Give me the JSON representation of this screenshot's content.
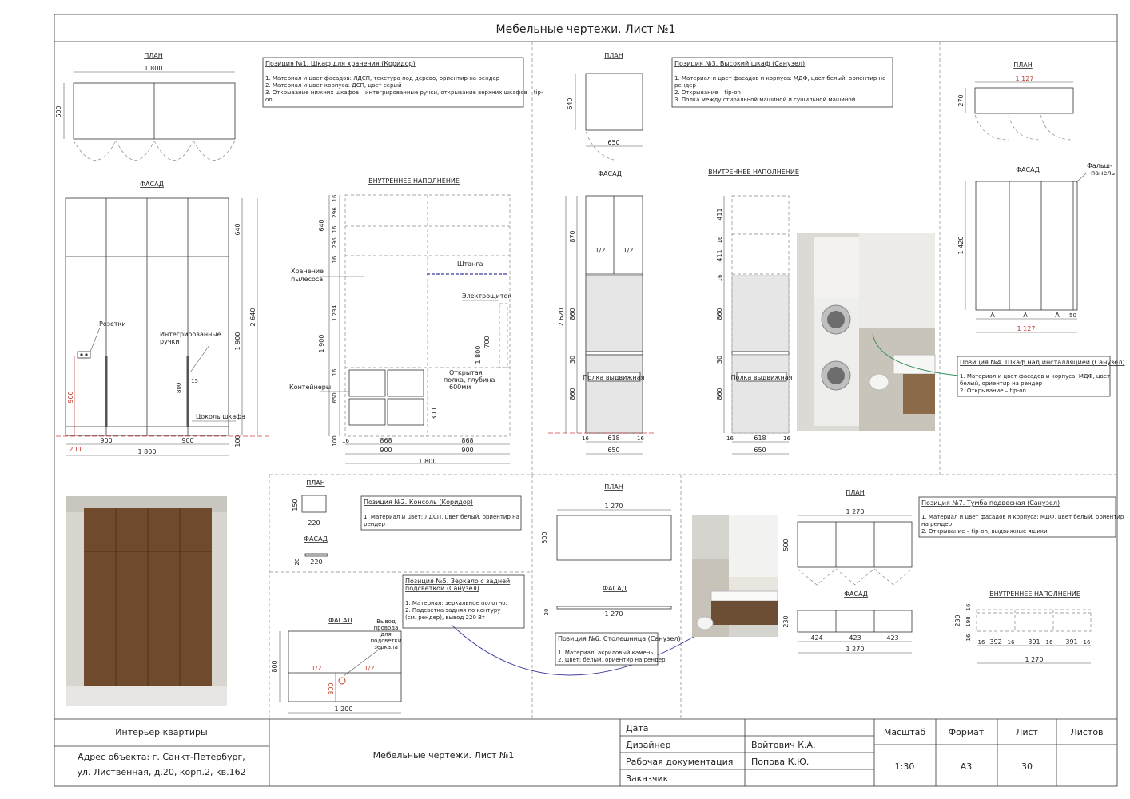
{
  "sheet_title": "Мебельные чертежи. Лист №1",
  "labels": {
    "plan": "ПЛАН",
    "facade": "ФАСАД",
    "inner": "ВНУТРЕННЕЕ НАПОЛНЕНИЕ"
  },
  "pos1": {
    "title": "Позиция №1. Шкаф для хранения (Коридор)",
    "lines": [
      "1. Материал и цвет фасадов: ЛДСП, текстура под дерево, ориентир на рендер",
      "2. Материал и цвет корпуса: ДСП, цвет серый",
      "3. Открывание нижних шкафов – интегрированные ручки, открывание верхних шкафов – tip-",
      "on"
    ],
    "plan_width": "1 800",
    "plan_depth": "600",
    "facade_top": "640",
    "facade_bottom": "1 900",
    "facade_total": "2 640",
    "plinth": "100",
    "half1": "900",
    "half2": "900",
    "full": "1 800",
    "red_900": "900",
    "red_200": "200",
    "sockets": "Розетки",
    "handles_line1": "Интегрированные",
    "handles_line2": "ручки",
    "handle_h": "800",
    "handle_w": "15",
    "plinth_label": "Цоколь шкафа",
    "inner_dims_left": [
      "16",
      "296",
      "16",
      "296",
      "16",
      "1 234",
      "16",
      "650",
      "100"
    ],
    "inner_640": "640",
    "inner_1900": "1 900",
    "vacuum_line1": "Хранение",
    "vacuum_line2": "пылесоса",
    "rod": "Штанга",
    "panel": "Электрощиток",
    "panel_700": "700",
    "panel_1800": "1 800",
    "shelf_line1": "Открытая",
    "shelf_line2": "полка, глубина",
    "shelf_line3": "600мм",
    "shelf_300": "300",
    "containers": "Контейнеры",
    "bottom_16": "16",
    "bottom_868a": "868",
    "bottom_868b": "868",
    "bottom_900a": "900",
    "bottom_900b": "900",
    "bottom_1800": "1 800"
  },
  "pos2": {
    "title": "Позиция №2. Консоль (Коридор)",
    "line1": "1. Материал и цвет: ЛДСП, цвет белый, ориентир на",
    "line2": "рендер",
    "plan_d": "150",
    "plan_w": "220",
    "fac_h": "20",
    "fac_w": "220"
  },
  "pos3": {
    "title": "Позиция №3. Высокий шкаф (Санузел)",
    "lines": [
      "1. Материал и цвет фасадов и корпуса: МДФ, цвет белый, ориентир на",
      "рендер",
      "2. Открывание – tip-on",
      "3. Полка между стиральной машиной и сушильной машиной"
    ],
    "plan_d": "640",
    "plan_w": "650",
    "dims": [
      "870",
      "2 620",
      "860",
      "30",
      "860"
    ],
    "half": "1/2",
    "shelf": "Полка выдвижная",
    "w618": "618",
    "w650": "650",
    "w16": "16",
    "inner_dims": [
      "411",
      "16",
      "411",
      "16",
      "860",
      "30",
      "860"
    ]
  },
  "pos4": {
    "title": "Позиция №4. Шкаф над инсталляцией (Санузел)",
    "lines": [
      "1. Материал и цвет фасадов и корпуса: МДФ, цвет",
      "белый, ориентир на рендер",
      "2. Открывание – tip-on"
    ],
    "plan_w": "1 127",
    "plan_d": "270",
    "fac_h": "1 420",
    "a": "A",
    "w50": "50",
    "fac_w": "1 127",
    "false_panel1": "Фальш-",
    "false_panel2": "панель"
  },
  "pos5": {
    "title1": "Позиция №5. Зеркало с задней",
    "title2": "подсветкой (Санузел)",
    "lines": [
      "1. Материал: зеркальное полотно.",
      "2.  Подсветка задняя по контуру",
      "(см. рендер), вывод 220 Вт"
    ],
    "wire": [
      "Вывод",
      "провода",
      "для",
      "подсветки",
      "зеркала"
    ],
    "h800": "800",
    "half": "1/2",
    "r300": "300",
    "w1200": "1 200"
  },
  "pos6": {
    "title": "Позиция №6. Столешница (Санузел)",
    "lines": [
      "1. Материал: акриловый камень",
      "2. Цвет: белый, ориентир на рендер"
    ],
    "plan_w": "1 270",
    "plan_d": "500",
    "fac_h": "20",
    "fac_w": "1 270"
  },
  "pos7": {
    "title": "Позиция №7. Тумба подвесная (Санузел)",
    "lines": [
      "1. Материал и цвет фасадов и корпуса: МДФ, цвет белый, ориентир",
      "на рендер",
      "2. Открывание – tip-on, выдвижные ящики"
    ],
    "plan_w": "1 270",
    "plan_d": "500",
    "fac_h": "230",
    "fac_ws": [
      "424",
      "423",
      "423"
    ],
    "fac_w": "1 270",
    "in_h": "230",
    "in_198": "198",
    "in_16": "16",
    "in_ws": [
      "392",
      "391",
      "391"
    ],
    "in_w": "1 270"
  },
  "stamp": {
    "project": "Интерьер квартиры",
    "addr1": "Адрес объекта: г. Санкт-Петербург,",
    "addr2": "ул. Лиственная, д.20, корп.2, кв.162",
    "sheet_name": "Мебельные чертежи. Лист №1",
    "r_date": "Дата",
    "r_designer": "Дизайнер",
    "r_workdoc": "Рабочая документация",
    "r_client": "Заказчик",
    "v_designer": "Войтович К.А.",
    "v_workdoc": "Попова К.Ю.",
    "h_scale": "Масштаб",
    "h_format": "Формат",
    "h_sheet": "Лист",
    "h_sheets": "Листов",
    "v_scale": "1:30",
    "v_format": "А3",
    "v_sheet": "30",
    "v_sheets": ""
  },
  "colors": {
    "line": "#333333",
    "accent_red": "#c0392b",
    "leader_blue": "#3a3a9a",
    "leader_green": "#2e8b57",
    "wood": "#6f4a2c"
  }
}
